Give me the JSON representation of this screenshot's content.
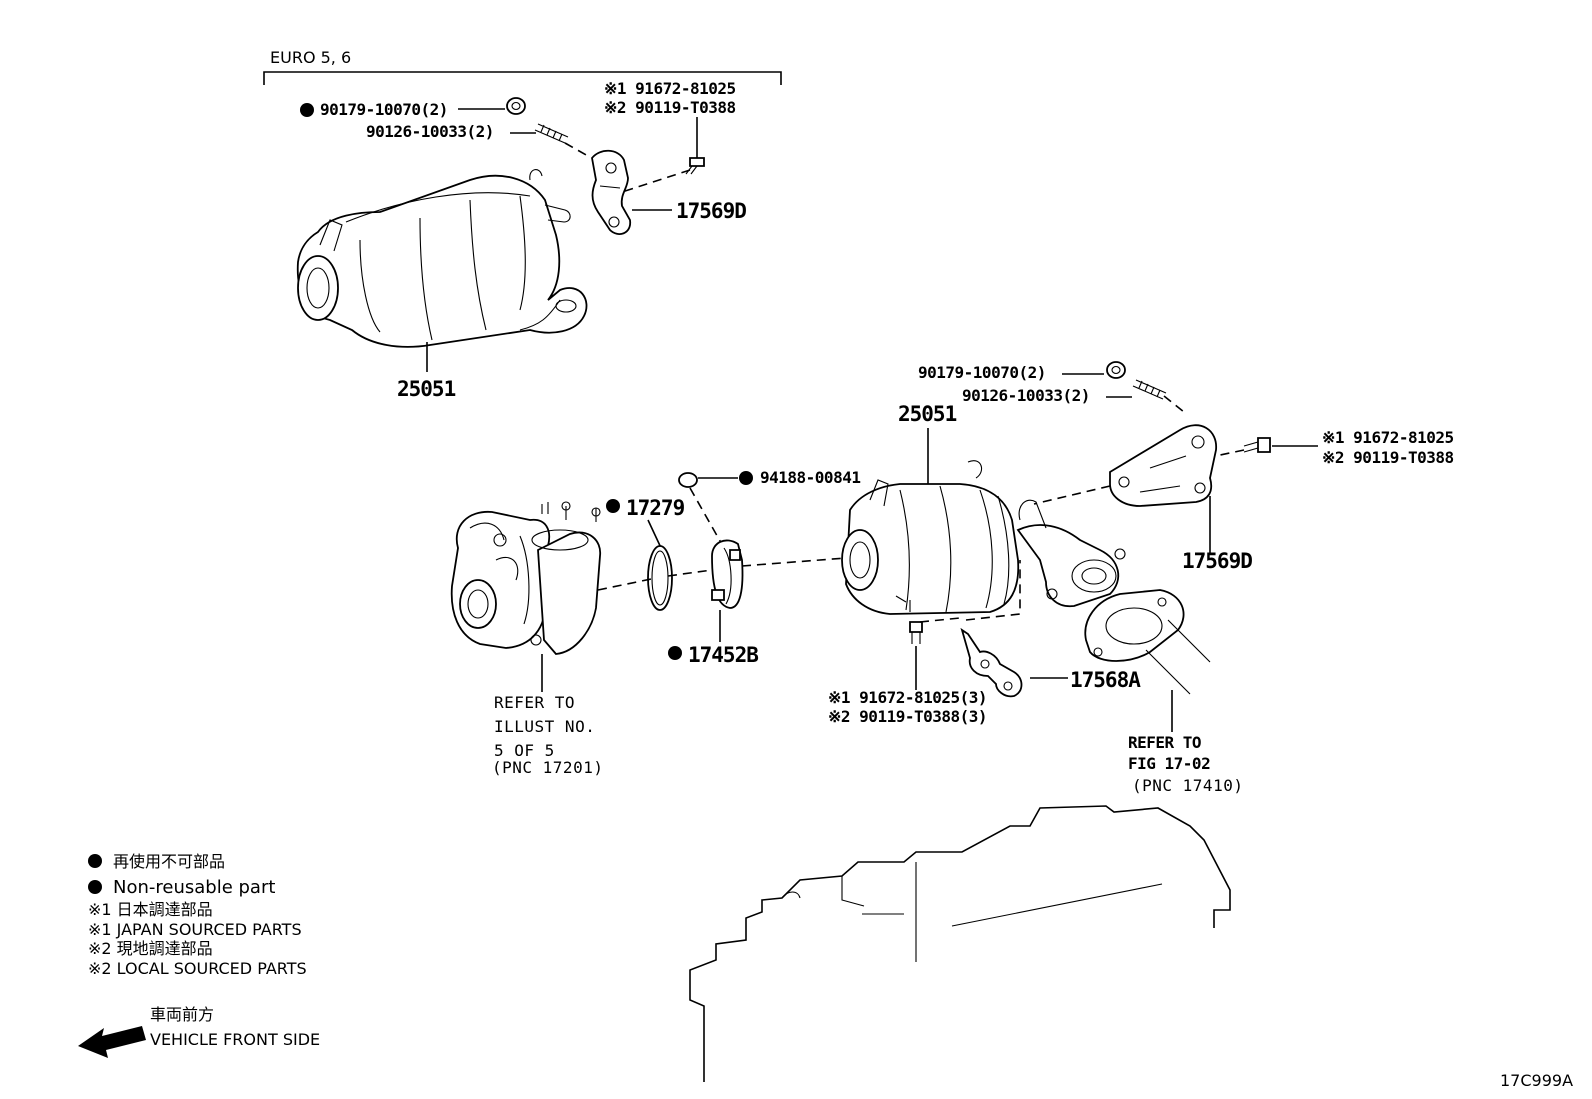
{
  "diagram": {
    "code": "17C999A",
    "euro_label": "EURO 5, 6",
    "top_group": {
      "converter": "25051",
      "nut": "90179-10070(2)",
      "stud": "90126-10033(2)",
      "bolt_line1": "※1 91672-81025",
      "bolt_line2": "※2 90119-T0388",
      "bracket": "17569D"
    },
    "main_group": {
      "nut": "90179-10070(2)",
      "stud": "90126-10033(2)",
      "converter": "25051",
      "bolt_line1": "※1 91672-81025",
      "bolt_line2": "※2 90119-T0388",
      "bracket": "17569D",
      "clamp_nut": "94188-00841",
      "ring": "17279",
      "clamp": "17452B",
      "stay": "17568A",
      "stay_bolt_line1": "※1 91672-81025(3)",
      "stay_bolt_line2": "※2 90119-T0388(3)",
      "refer_turbo": [
        "REFER TO",
        "ILLUST NO.",
        "5 OF 5",
        "(PNC 17201)"
      ],
      "refer_fig": [
        "REFER TO",
        "FIG 17-02",
        "(PNC 17410)"
      ]
    },
    "legend": {
      "non_reusable_jp": "再使用不可部品",
      "non_reusable_en": "Non-reusable part",
      "mark1_jp": "※1  日本調達部品",
      "mark1_en": "※1  JAPAN SOURCED PARTS",
      "mark2_jp": "※2  現地調達部品",
      "mark2_en": "※2  LOCAL SOURCED PARTS"
    },
    "direction": {
      "jp": "車両前方",
      "en": "VEHICLE FRONT SIDE"
    }
  }
}
